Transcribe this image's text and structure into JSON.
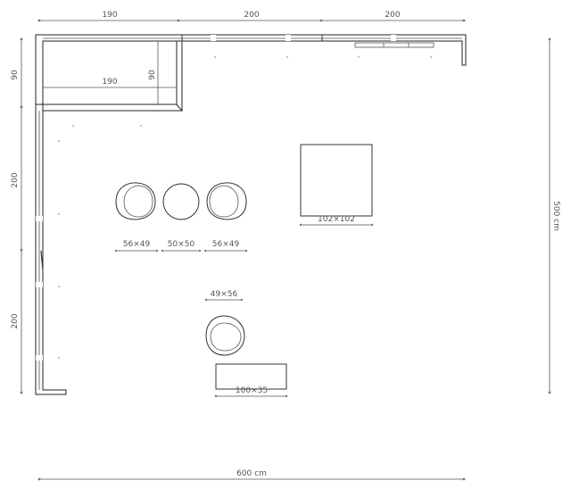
{
  "dimensions": {
    "top": [
      "190",
      "200",
      "200"
    ],
    "inner_width": "190",
    "inner_height": "90",
    "left_upper": "90",
    "left_middle": "200",
    "left_lower": "200",
    "right_total": "500 cm",
    "bottom_total": "600 cm"
  },
  "furniture": {
    "chair_left": "56×49",
    "round_table": "50×50",
    "chair_right": "56×49",
    "square_table": "102×102",
    "lounge_chair": "49×56",
    "bench": "100×35"
  }
}
